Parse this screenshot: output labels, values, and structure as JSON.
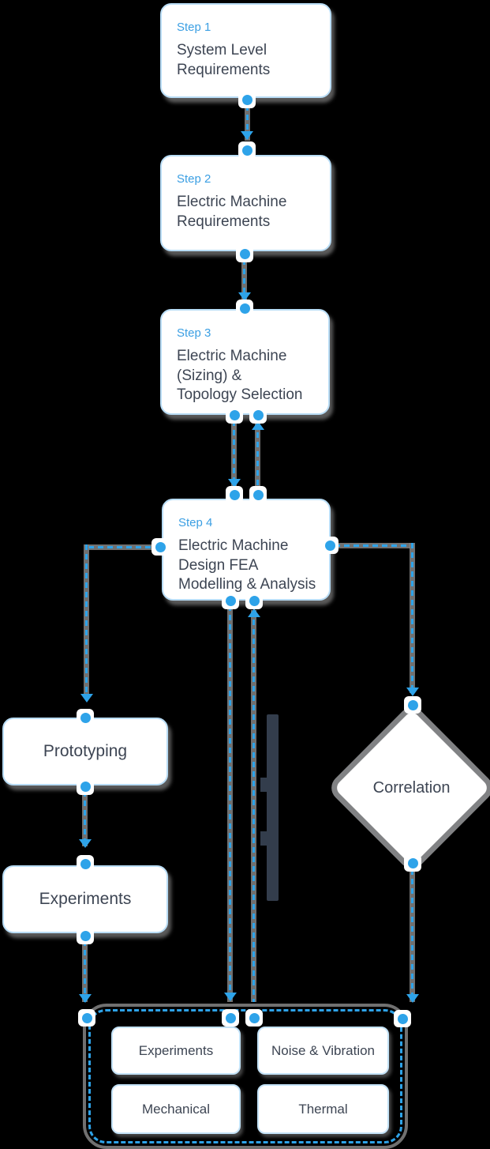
{
  "colors": {
    "accent": "#2EA3E9",
    "label_blue": "#3B9FE3",
    "text": "#3D4553",
    "box_border": "#B8DCF5",
    "line_gray": "#9E9EA0",
    "dark_bar": "#333D4C"
  },
  "steps": [
    {
      "label": "Step 1",
      "title": "System Level\nRequirements"
    },
    {
      "label": "Step 2",
      "title": "Electric Machine\nRequirements"
    },
    {
      "label": "Step 3",
      "title": "Electric Machine\n(Sizing) &\nTopology Selection"
    },
    {
      "label": "Step 4",
      "title": "Electric Machine\nDesign FEA\nModelling & Analysis"
    }
  ],
  "nodes": {
    "prototyping": {
      "label": "Prototyping"
    },
    "experiments": {
      "label": "Experiments"
    },
    "correlation": {
      "label": "Correlation"
    }
  },
  "analysis_group": {
    "items": [
      {
        "label": "Experiments"
      },
      {
        "label": "Noise & Vibration"
      },
      {
        "label": "Mechanical"
      },
      {
        "label": "Thermal"
      }
    ]
  }
}
